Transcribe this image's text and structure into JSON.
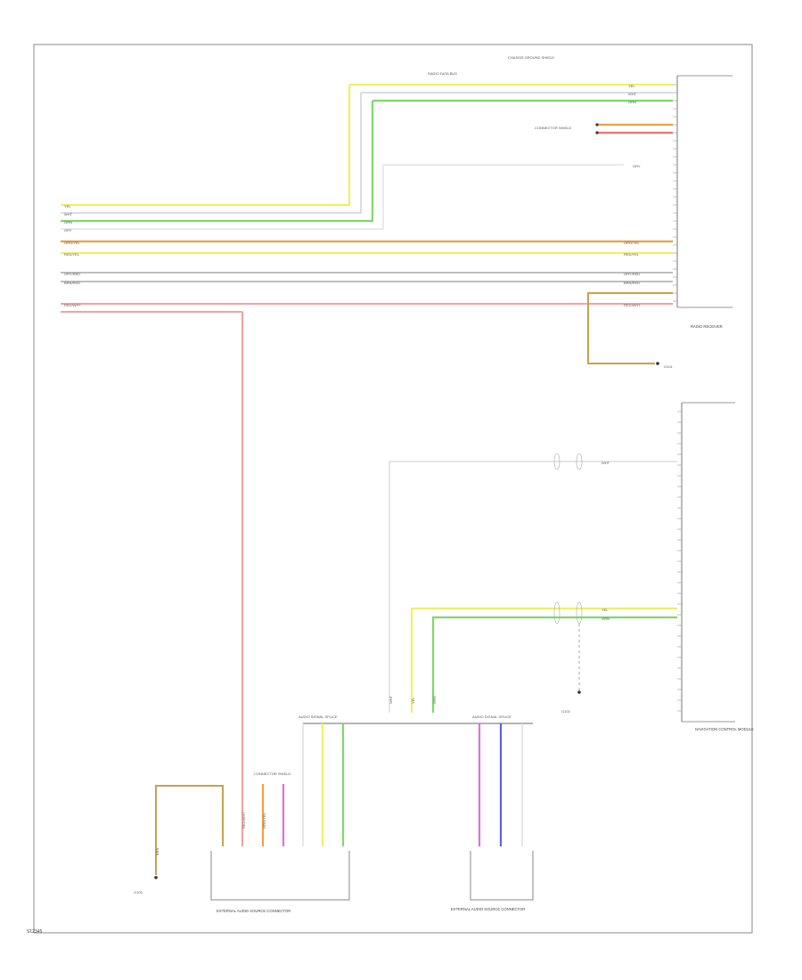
{
  "footer": {
    "code": "S12345"
  },
  "components": {
    "radio": "RADIO RECEIVER",
    "nav_module": "NAVIGATION CONTROL MODULE",
    "ext_audio_1": "EXTERNAL AUDIO SOURCE CONNECTOR",
    "ext_audio_2": "EXTERNAL AUDIO SOURCE CONNECTOR",
    "splice_left": "AUDIO SIGNAL SPLICE",
    "splice_right": "AUDIO SIGNAL SPLICE",
    "shield_note": "CONNECTOR SHIELD",
    "top_note": "CHASSIS GROUND SHIELD",
    "bus_note": "RADIO DATA BUS",
    "ground_radio": "G101",
    "ground_nav": "G102",
    "ground_ext": "G103"
  },
  "colors": {
    "yellow": "#f2ee66",
    "green": "#7ed86a",
    "white": "#dddddd",
    "orange": "#f0a040",
    "red": "#f07070",
    "pink": "#f6a0a0",
    "grey": "#aaaaaa",
    "tan": "#c8a050",
    "magenta": "#e070e0",
    "blue": "#6060e0"
  },
  "wire_labels": {
    "yel": "YEL",
    "grn": "GRN",
    "wht": "WHT",
    "gry": "GRY",
    "org_yel": "ORG/YEL",
    "red_yel": "RED/YEL",
    "gry_red": "GRY/RED",
    "brn_red": "BRN/RED",
    "red_wht": "RED/WHT",
    "brn": "BRN"
  }
}
